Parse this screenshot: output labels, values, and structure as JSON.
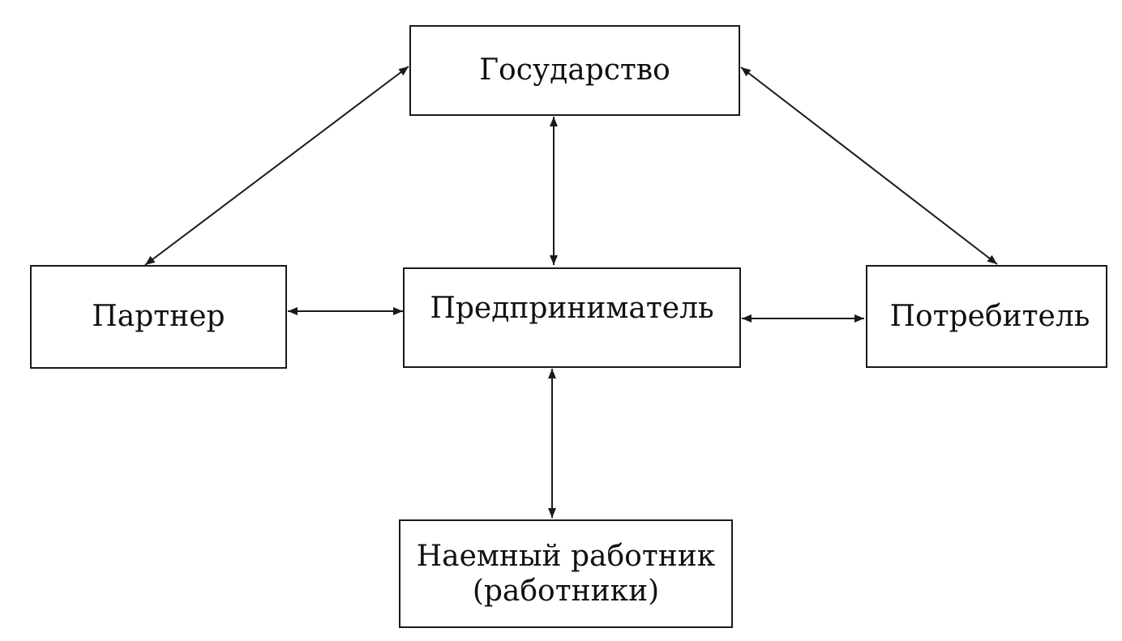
{
  "diagram": {
    "nodes": {
      "state": {
        "label": "Государство"
      },
      "partner": {
        "label": "Партнер"
      },
      "entrepreneur": {
        "label": "Предприниматель"
      },
      "consumer": {
        "label": "Потребитель"
      },
      "employee": {
        "lines": [
          "Наемный работник",
          "(работники)"
        ]
      }
    },
    "edges": [
      {
        "from": "partner",
        "to": "state",
        "direction": "both"
      },
      {
        "from": "state",
        "to": "entrepreneur",
        "direction": "both"
      },
      {
        "from": "state",
        "to": "consumer",
        "direction": "both"
      },
      {
        "from": "partner",
        "to": "entrepreneur",
        "direction": "both"
      },
      {
        "from": "entrepreneur",
        "to": "consumer",
        "direction": "both"
      },
      {
        "from": "entrepreneur",
        "to": "employee",
        "direction": "both"
      }
    ]
  }
}
